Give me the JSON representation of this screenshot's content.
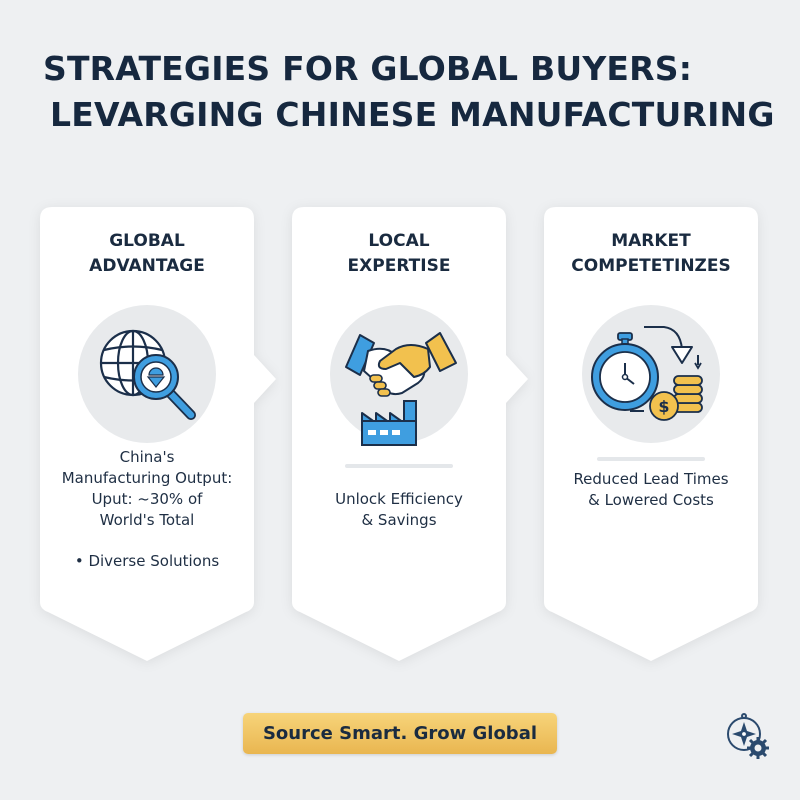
{
  "header": {
    "title_line1": "STRATEGIES FOR GLOBAL BUYERS:",
    "title_line2": "LEVARGING CHINESE MANUFACTURING"
  },
  "cards": [
    {
      "title_line1": "GLOBAL",
      "title_line2": "ADVANTAGE",
      "icon": "globe-magnifier-icon",
      "body_lines": [
        "China's",
        "Manufacturing Output:",
        "Uput: ~30% of",
        "World's Total"
      ],
      "bullet": "• Diverse Solutions"
    },
    {
      "title_line1": "LOCAL",
      "title_line2": "EXPERTISE",
      "icon": "handshake-factory-icon",
      "body_lines": [
        "Unlock Efficiency",
        "& Savings"
      ]
    },
    {
      "title_line1": "MARKET",
      "title_line2": "COMPETETINZES",
      "icon": "stopwatch-coins-icon",
      "body_lines": [
        "Reduced Lead Times",
        "& Lowered Costs"
      ]
    }
  ],
  "cta": {
    "label": "Source Smart. Grow Global"
  },
  "logo": {
    "icon": "compass-gear-icon"
  },
  "colors": {
    "background": "#eef0f2",
    "navy": "#16283f",
    "blue": "#3f9ee0",
    "gold": "#f2c14e",
    "card": "#ffffff"
  }
}
